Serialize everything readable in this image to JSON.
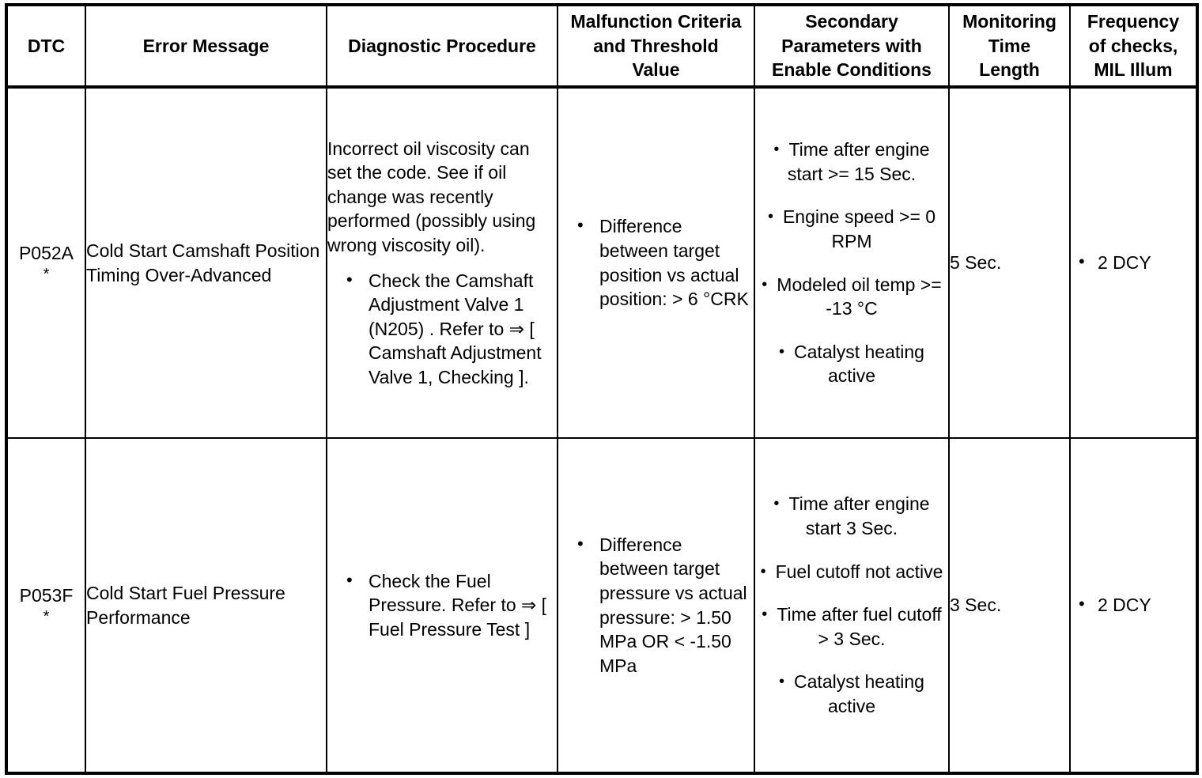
{
  "table": {
    "columns": [
      {
        "key": "dtc",
        "label": "DTC"
      },
      {
        "key": "err",
        "label": "Error Message"
      },
      {
        "key": "diag",
        "label": "Diagnostic Procedure"
      },
      {
        "key": "malf",
        "label": "Malfunction Criteria and Threshold Value"
      },
      {
        "key": "sec",
        "label": "Secondary Parameters with Enable Conditions"
      },
      {
        "key": "mon",
        "label": "Monitoring Time Length"
      },
      {
        "key": "freq",
        "label": "Frequency of checks, MIL Illum"
      }
    ],
    "header_lines": {
      "dtc": [
        "DTC"
      ],
      "err": [
        "Error Message"
      ],
      "diag": [
        "Diagnostic Procedure"
      ],
      "malf": [
        "Malfunction Criteria",
        "and Threshold",
        "Value"
      ],
      "sec": [
        "Secondary",
        "Parameters with",
        "Enable Conditions"
      ],
      "mon": [
        "Monitoring",
        "Time",
        "Length"
      ],
      "freq": [
        "Frequency",
        "of checks,",
        "MIL Illum"
      ]
    },
    "rows": [
      {
        "dtc_code": "P052A",
        "dtc_footnote": "*",
        "error_message": "Cold Start Camshaft Position Timing Over-Advanced",
        "diagnostic_intro": "Incorrect oil viscosity can set the code. See if oil change was recently performed (possibly using wrong viscosity oil).",
        "diagnostic_bullets": [
          "Check the Camshaft Adjustment Valve 1 (N205) . Refer to ⇒ [ Camshaft Adjustment Valve 1, Checking ]."
        ],
        "malfunction_bullets": [
          "Difference between target position vs actual position: > 6 °CRK"
        ],
        "secondary_bullets": [
          "Time after engine start >= 15 Sec.",
          "Engine speed >= 0 RPM",
          "Modeled oil temp >= -13 °C",
          "Catalyst heating active"
        ],
        "monitoring_time": "5 Sec.",
        "frequency_bullets": [
          "2 DCY"
        ]
      },
      {
        "dtc_code": "P053F",
        "dtc_footnote": "*",
        "error_message": "Cold Start Fuel Pressure Performance",
        "diagnostic_intro": "",
        "diagnostic_bullets": [
          "Check the Fuel Pressure. Refer to ⇒ [ Fuel Pressure Test ]"
        ],
        "malfunction_bullets": [
          "Difference between target pressure vs actual pressure: > 1.50 MPa OR < -1.50 MPa"
        ],
        "secondary_bullets": [
          "Time after engine start 3 Sec.",
          "Fuel cutoff not active",
          "Time after fuel cutoff > 3 Sec.",
          "Catalyst heating active"
        ],
        "monitoring_time": "3 Sec.",
        "frequency_bullets": [
          "2 DCY"
        ]
      }
    ]
  }
}
